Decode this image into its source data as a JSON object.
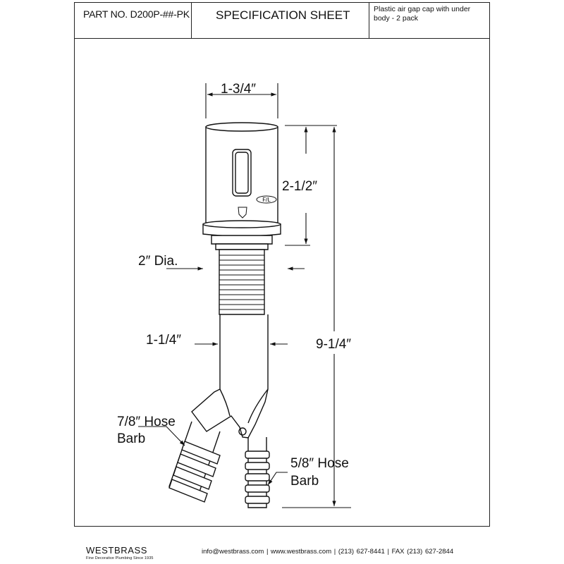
{
  "header": {
    "part_number": "PART NO.   D200P-##-PK",
    "sheet_title": "SPECIFICATION SHEET",
    "description_line1": "Plastic air gap cap with under",
    "description_line2": "body - 2 pack"
  },
  "dimensions": {
    "cap_width": "1-3/4″",
    "cap_height": "2-1/2″",
    "thread_diameter": "2″ Dia.",
    "body_diameter": "1-1/4″",
    "overall_height": "9-1/4″",
    "large_barb_line1": "7/8″ Hose",
    "large_barb_line2": "Barb",
    "small_barb_line1": "5/8″ Hose",
    "small_barb_line2": "Barb"
  },
  "cap_marks": {
    "fl_label": "F/L"
  },
  "footer": {
    "brand": "WESTBRASS",
    "tagline": "Fine Decorative Plumbing Since 1935",
    "contact": "info@westbrass.com   |   www.westbrass.com   |   (213) 627-8441   |   FAX (213) 627-2844"
  }
}
